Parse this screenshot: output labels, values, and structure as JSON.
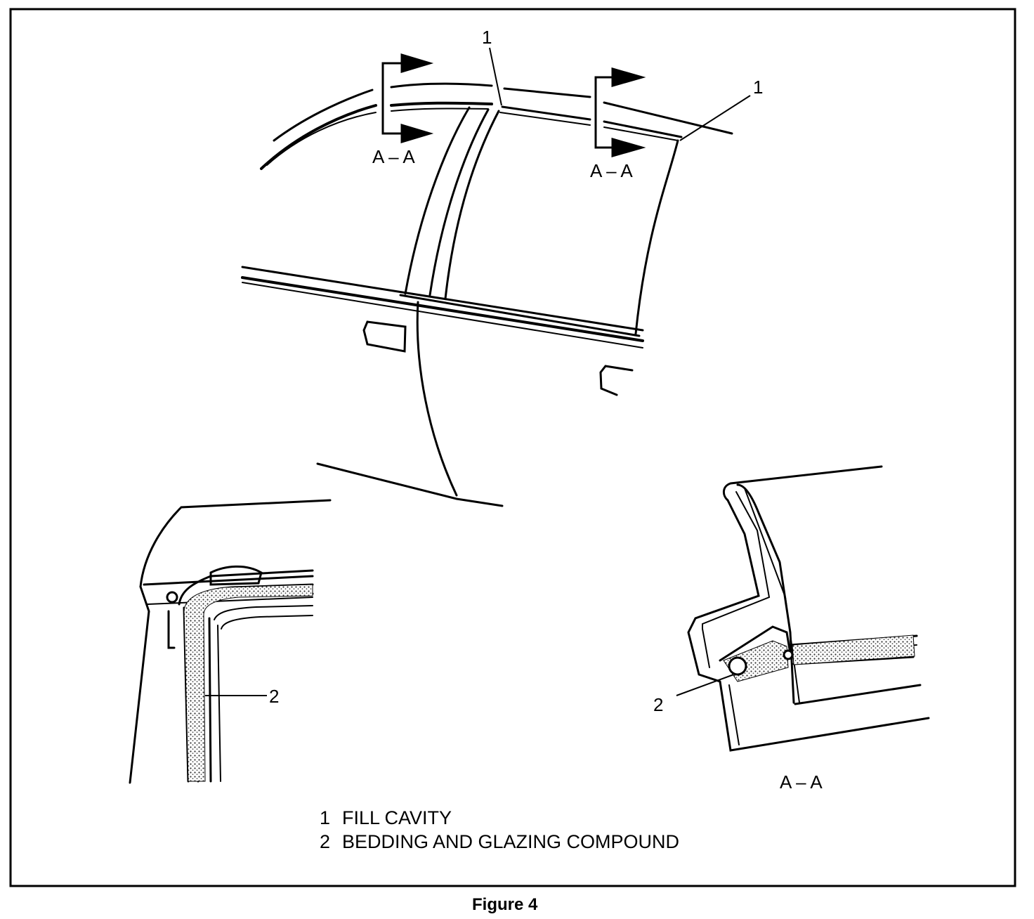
{
  "callouts": {
    "fill_cavity_a": "1",
    "fill_cavity_b": "1",
    "bedding_a": "2",
    "bedding_b": "2"
  },
  "section_marks": {
    "front": "A – A",
    "rear": "A – A",
    "detail": "A – A"
  },
  "legend": [
    {
      "number": "1",
      "text": "FILL CAVITY"
    },
    {
      "number": "2",
      "text": "BEDDING AND GLAZING COMPOUND"
    }
  ],
  "caption": "Figure 4",
  "colors": {
    "ink": "#000000",
    "paper": "#ffffff",
    "hatch": "#555555"
  }
}
